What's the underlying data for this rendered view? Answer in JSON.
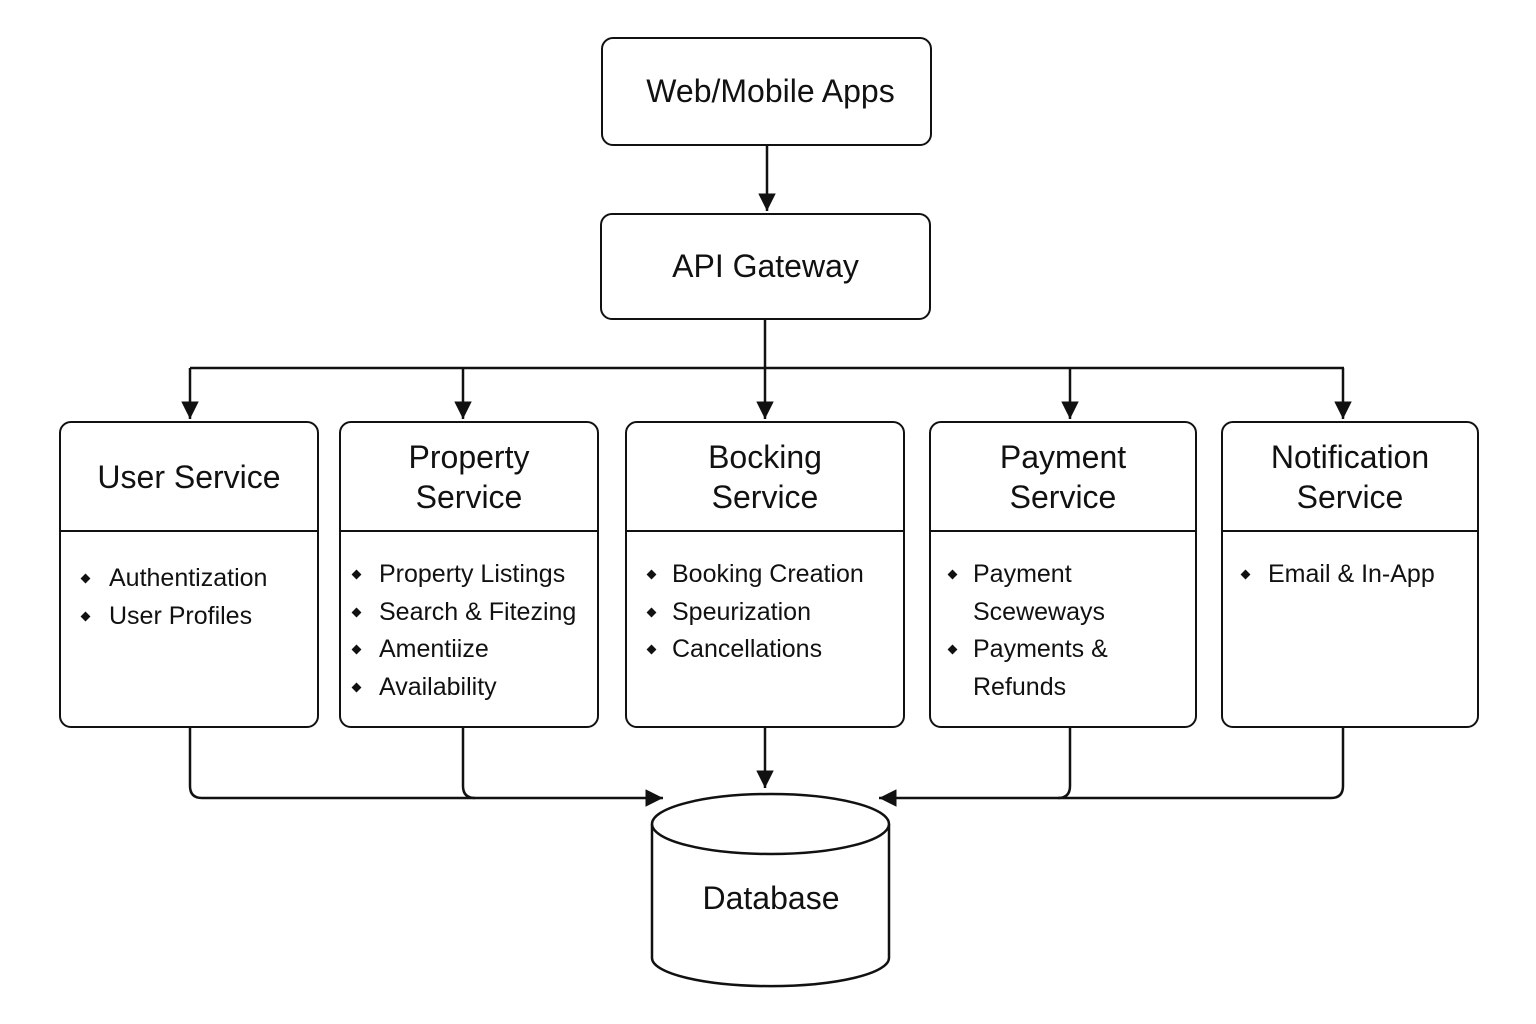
{
  "colors": {
    "stroke": "#111111",
    "background": "#ffffff"
  },
  "nodes": {
    "apps": "Web/Mobile Apps",
    "gateway": "API Gateway",
    "database": "Database"
  },
  "services": [
    {
      "title": "User Service",
      "items": [
        "Authentization",
        "User Profiles"
      ]
    },
    {
      "title": "Property\nService",
      "items": [
        "Property Listings",
        "Search & Fitezing",
        "Amentiize",
        "Availability"
      ]
    },
    {
      "title": "Bocking\nService",
      "items": [
        "Booking Creation",
        "Speurization",
        "Cancellations"
      ]
    },
    {
      "title": "Payment\nService",
      "items": [
        "Payment\nSceweways",
        "Payments &\nRefunds"
      ]
    },
    {
      "title": "Notification\nService",
      "items": [
        "Email & In-App"
      ]
    }
  ]
}
